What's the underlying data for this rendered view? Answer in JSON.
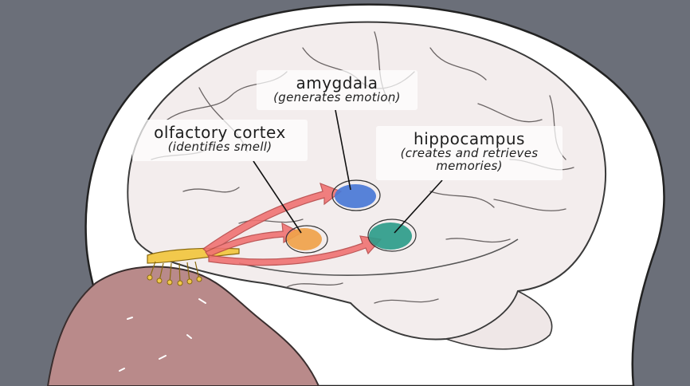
{
  "labels": {
    "amygdala": {
      "title": "amygdala",
      "subtitle": "(generates emotion)"
    },
    "olfactory_cortex": {
      "title": "olfactory cortex",
      "subtitle": "(identifies smell)"
    },
    "hippocampus": {
      "title": "hippocampus",
      "subtitle_line1": "(creates and retrieves",
      "subtitle_line2": "memories)"
    }
  },
  "colors": {
    "background": "#6b6f79",
    "head": "#ffffff",
    "brain": "#f3eded",
    "brain_outline": "#3a3a3a",
    "nasal_tissue": "#b98a8a",
    "olfactory_bulb": "#f2c94c",
    "arrow": "#f07272",
    "amygdala": "#4a78d6",
    "olfactory_cortex": "#f0a24a",
    "hippocampus": "#2e9c8a"
  }
}
